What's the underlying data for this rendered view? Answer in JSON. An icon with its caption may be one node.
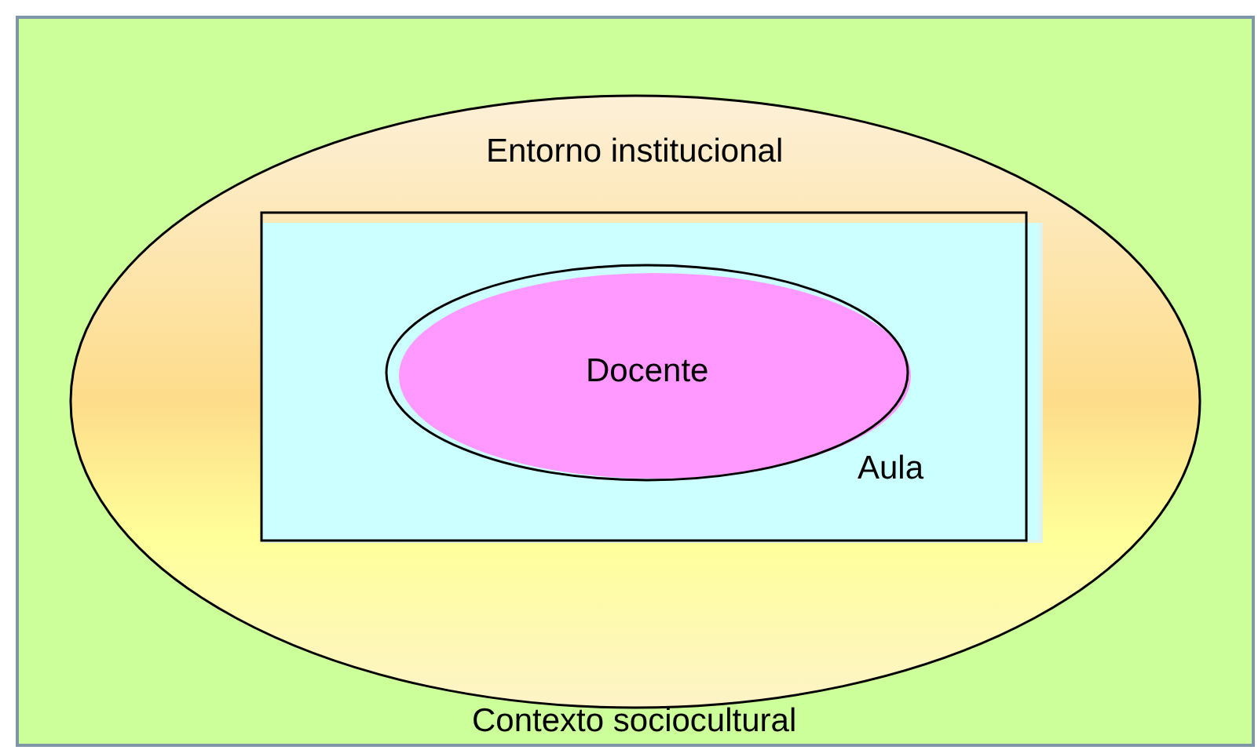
{
  "diagram": {
    "nodes": [
      {
        "text": [
          "Contexto sociocultural"
        ]
      },
      {
        "text": [
          "Entorno institucional"
        ],
        "in": 0
      },
      {
        "text": [
          "Aula"
        ],
        "in": 1
      },
      {
        "text": [
          "Docente"
        ],
        "in": 2
      }
    ]
  }
}
